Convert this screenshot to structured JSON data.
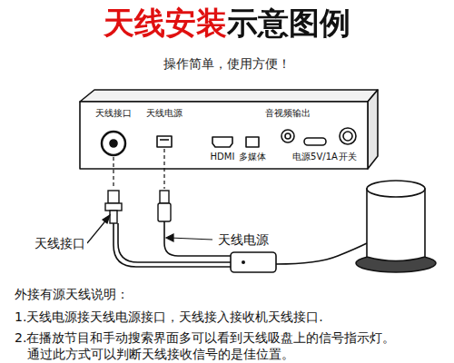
{
  "diagram": {
    "title": "天线安装示意图例",
    "labels": [
      "操作简单，使用方便！",
      "天线接口",
      "天线电源",
      "HDMI",
      "多媒体",
      "音视频输出",
      "电源5V/1A",
      "开关",
      "天线接口",
      "天线电源",
      "外接有源天线说明：",
      "1.天线电源接天线电源接口，天线接入接收机天线接口.",
      "2.在播放节目和手动搜索界面多可以看到天线吸盘上的信号指示灯。",
      "通过此方式可以判断天线接收信号的是佳位置。"
    ]
  }
}
